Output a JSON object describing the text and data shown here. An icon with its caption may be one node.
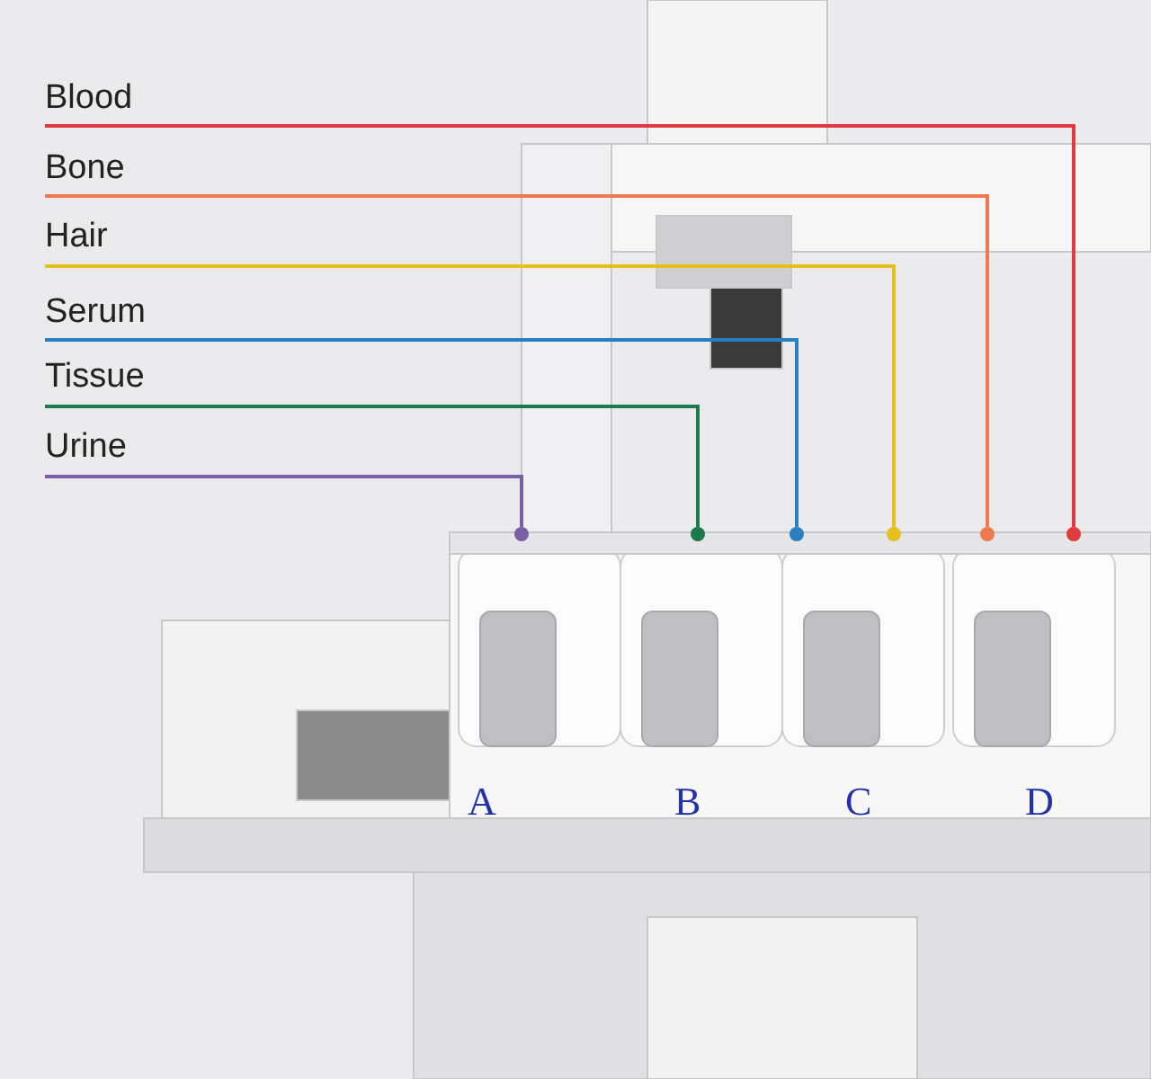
{
  "diagram": {
    "nodes": [
      {
        "text": [
          "Blood"
        ]
      },
      {
        "text": [
          "Bone"
        ]
      },
      {
        "text": [
          "Hair"
        ]
      },
      {
        "text": [
          "Serum"
        ]
      },
      {
        "text": [
          "Tissue"
        ]
      },
      {
        "text": [
          "Urine"
        ]
      },
      {
        "text": [],
        "shape": "circle"
      },
      {
        "text": [],
        "shape": "circle"
      },
      {
        "text": [],
        "shape": "circle"
      },
      {
        "text": [],
        "shape": "circle"
      },
      {
        "text": [],
        "shape": "circle"
      },
      {
        "text": [],
        "shape": "circle"
      }
    ],
    "edges": [
      {
        "from": 0,
        "to": 11,
        "arrow": "none",
        "color": "#e0393e"
      },
      {
        "from": 1,
        "to": 10,
        "arrow": "none",
        "color": "#f07a50"
      },
      {
        "from": 2,
        "to": 9,
        "arrow": "none",
        "color": "#e3c01c"
      },
      {
        "from": 3,
        "to": 8,
        "arrow": "none",
        "color": "#2a7fc1"
      },
      {
        "from": 4,
        "to": 7,
        "arrow": "none",
        "color": "#1e7a4a"
      },
      {
        "from": 5,
        "to": 6,
        "arrow": "none",
        "color": "#7b5ea7"
      }
    ],
    "labels": [
      "A",
      "B",
      "C",
      "D"
    ]
  }
}
